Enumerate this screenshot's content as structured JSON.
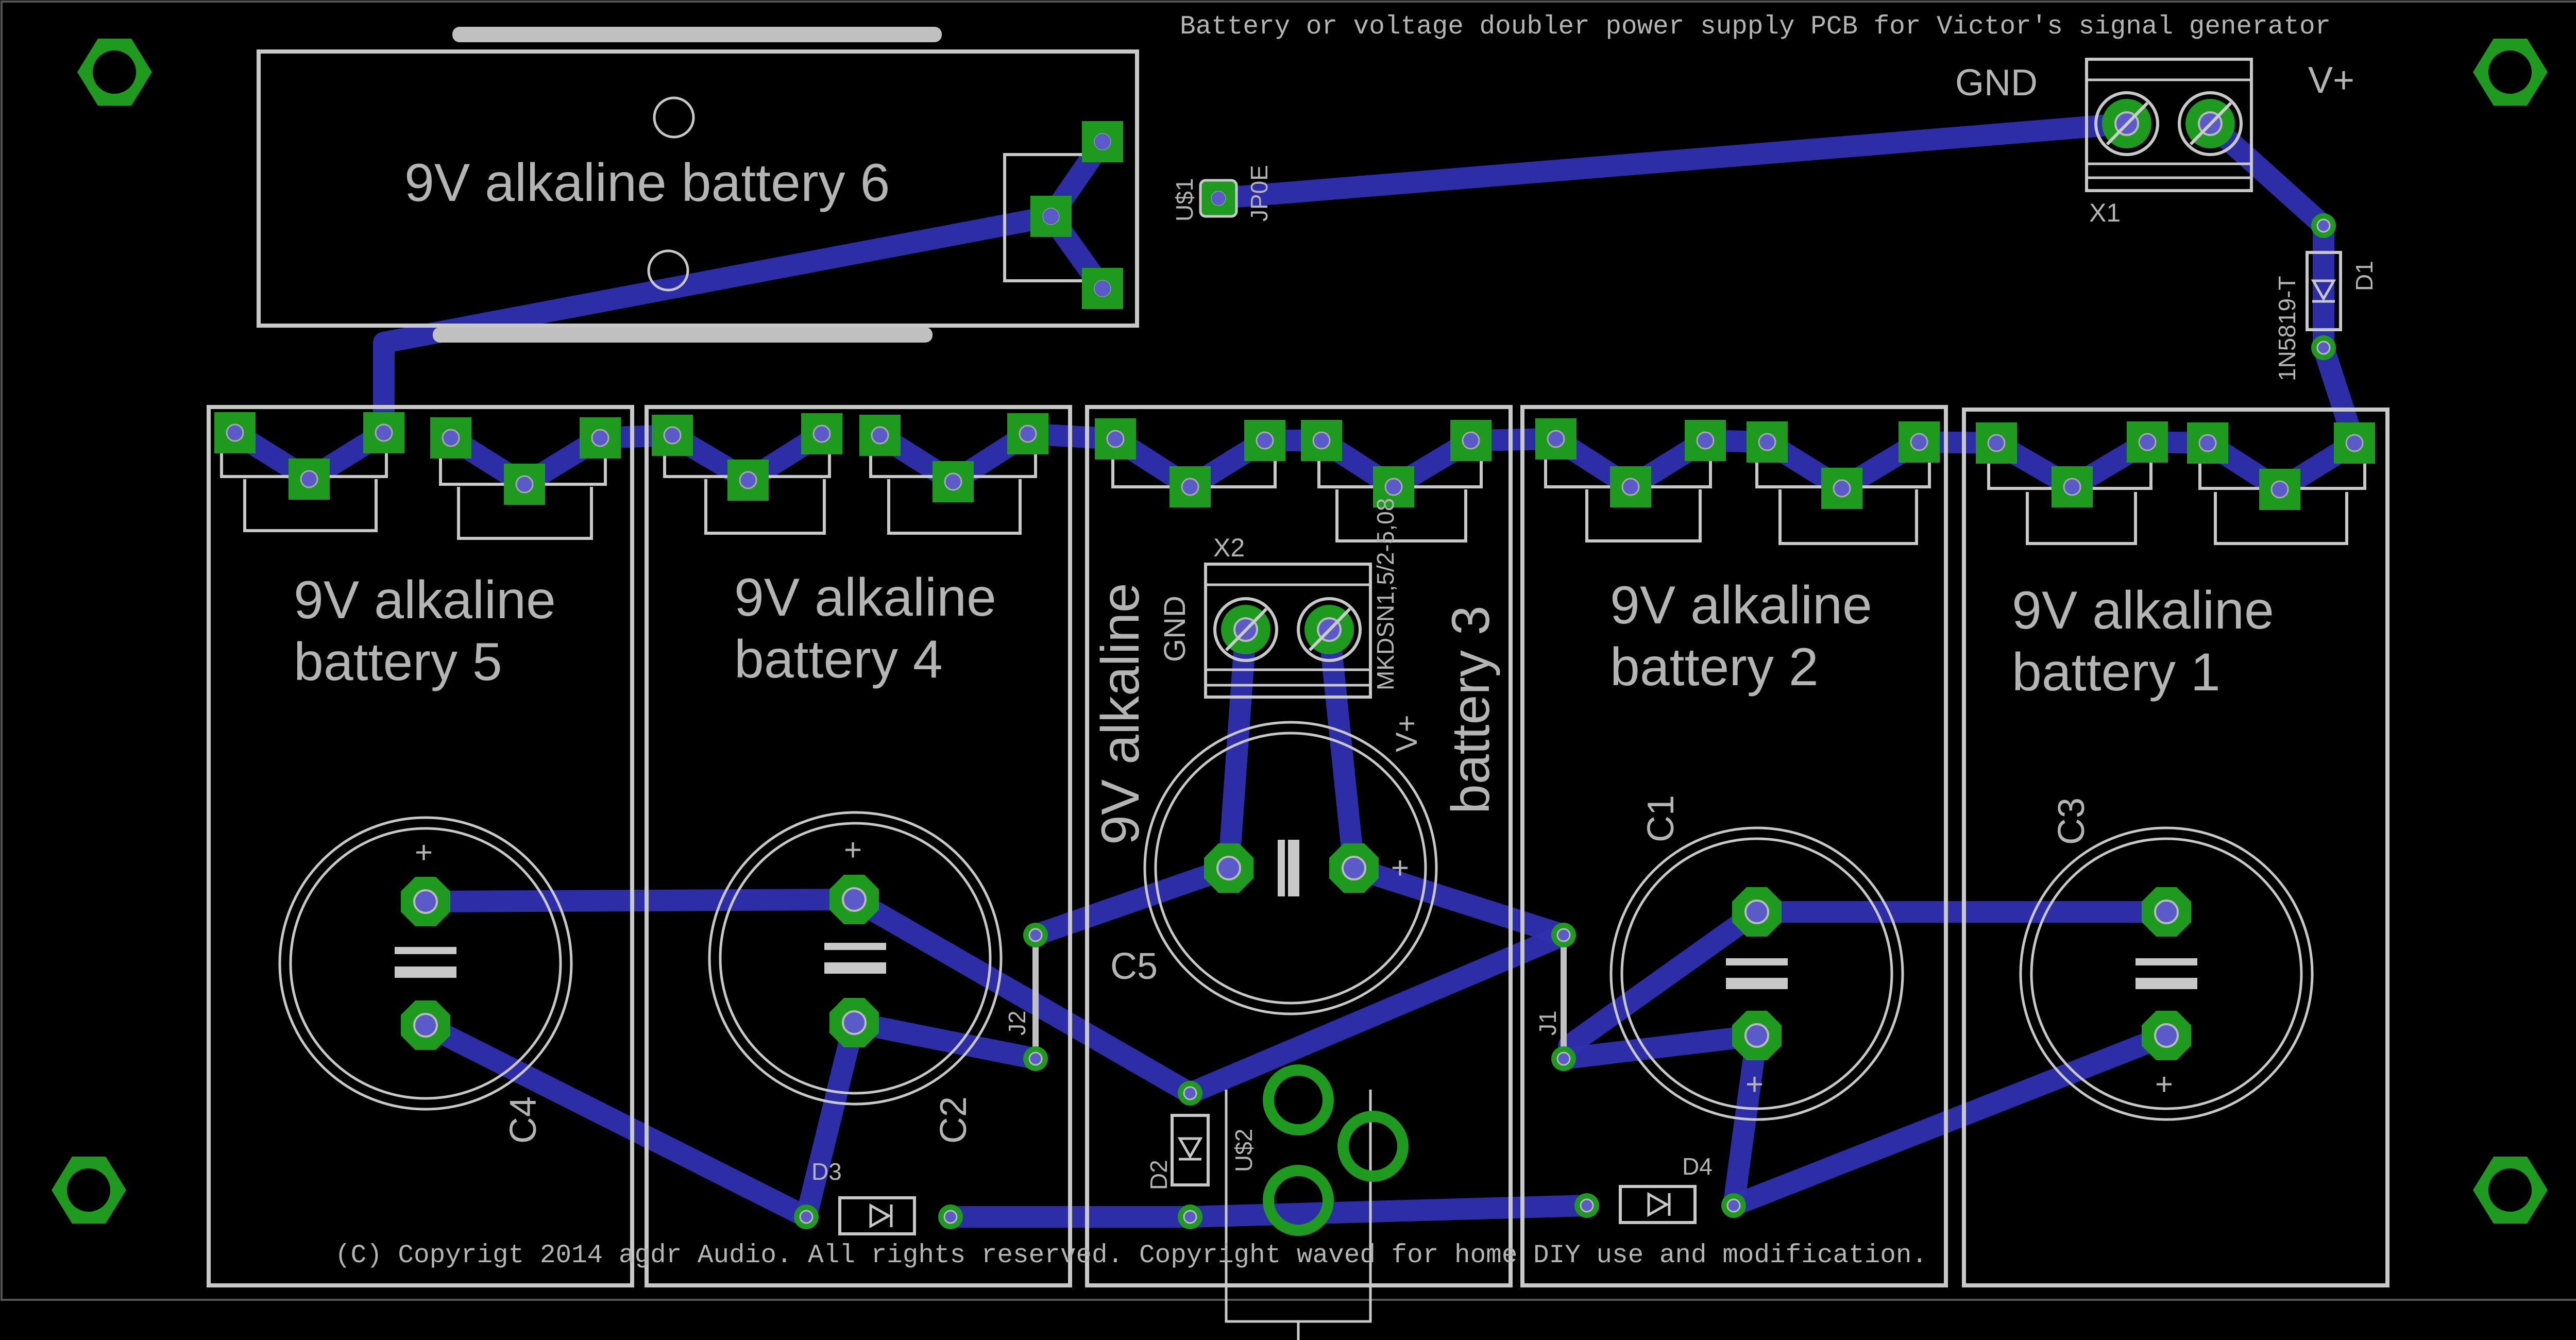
{
  "board": {
    "title": "Battery or voltage doubler power supply PCB for Victor's signal generator",
    "copyright": "(C) Copyrigt 2014 agdr Audio. All rights reserved. Copyright waved for home DIY use and modification."
  },
  "batteries": {
    "b6": "9V alkaline battery 6",
    "b5_line1": "9V alkaline",
    "b5_line2": "battery 5",
    "b4_line1": "9V alkaline",
    "b4_line2": "battery 4",
    "b3_line1": "9V alkaline",
    "b3_line2": "battery 3",
    "b2_line1": "9V alkaline",
    "b2_line2": "battery 2",
    "b1_line1": "9V alkaline",
    "b1_line2": "battery 1"
  },
  "labels": {
    "gnd": "GND",
    "vplus": "V+",
    "x1": "X1",
    "x2": "X2",
    "x2_gnd": "GND",
    "x2_vplus": "V+",
    "x2_part": "MKDSN1,5/2-5,08",
    "d1": "D1",
    "d1_part": "1N5819-T",
    "d2": "D2",
    "d3": "D3",
    "d4": "D4",
    "c1": "C1",
    "c2": "C2",
    "c3": "C3",
    "c4": "C4",
    "c5": "C5",
    "j1": "J1",
    "j2": "J2",
    "us1": "U$1",
    "jp0e": "JP0E",
    "us2": "U$2",
    "plus": "+"
  },
  "colors": {
    "background": "#000000",
    "trace": "#2f2fb0",
    "pad": "#1e9a1e",
    "silkscreen": "#c8c8c8"
  }
}
